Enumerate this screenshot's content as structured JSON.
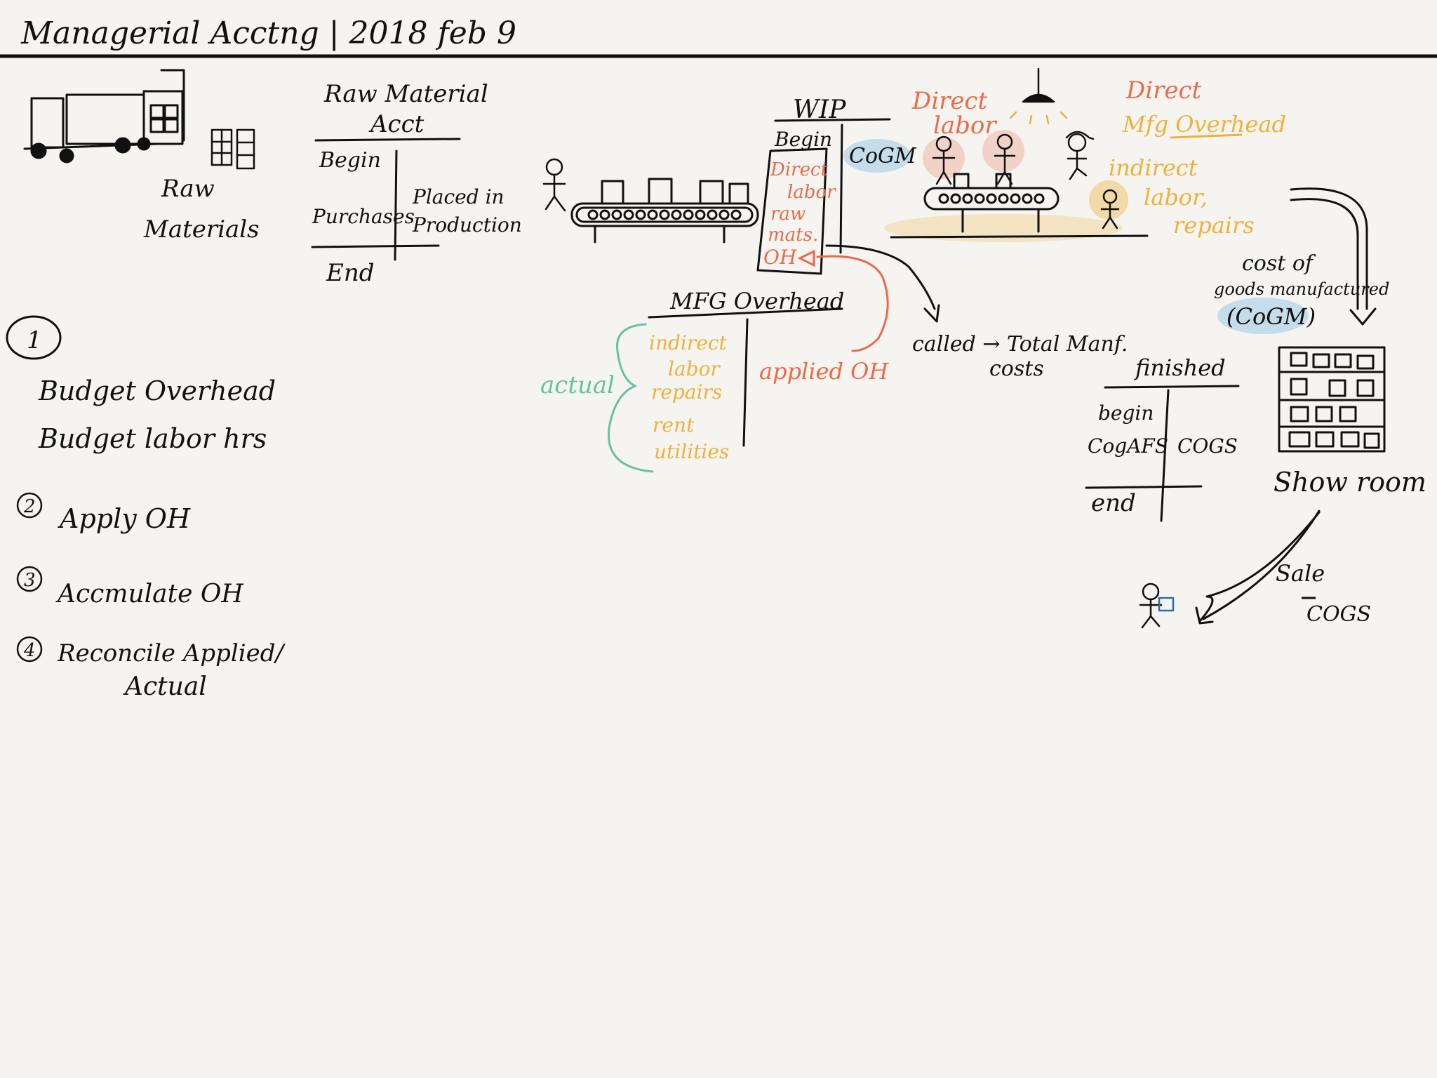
{
  "header": {
    "title": "Managerial Acctng | 2018  feb 9"
  },
  "raw_materials": {
    "label_line1": "Raw",
    "label_line2": "Materials"
  },
  "raw_material_acct": {
    "title_line1": "Raw Material",
    "title_line2": "Acct",
    "begin": "Begin",
    "purchases": "Purchases",
    "placed_line1": "Placed in",
    "placed_line2": "Production",
    "end": "End"
  },
  "wip": {
    "title": "WIP",
    "begin": "Begin",
    "direct_labor_line1": "Direct",
    "direct_labor_line2": "labor",
    "raw_mats_line1": "raw",
    "raw_mats_line2": "mats.",
    "oh": "OH",
    "cogm": "CoGM"
  },
  "factory": {
    "direct_labor_line1": "Direct",
    "direct_labor_line2": "labor",
    "direct_mfg_line1": "Direct",
    "direct_mfg_line2": "Mfg Overhead",
    "indirect_line1": "indirect",
    "indirect_line2": "labor,",
    "indirect_line3": "repairs"
  },
  "cogm_note": {
    "line1": "cost of",
    "line2": "goods manufactured",
    "line3": "(CoGM)"
  },
  "mfg_overhead": {
    "title": "MFG Overhead",
    "actual": "actual",
    "items": [
      "indirect",
      "labor",
      "repairs",
      "rent",
      "utilities"
    ],
    "applied": "applied OH"
  },
  "total_costs": {
    "line1": "called → Total Manf.",
    "line2": "costs"
  },
  "finished": {
    "title": "finished",
    "begin": "begin",
    "cogafs": "CogAFS",
    "cogs": "COGS",
    "end": "end"
  },
  "showroom": {
    "label": "Show room"
  },
  "sale": {
    "label": "Sale",
    "cogs": "COGS"
  },
  "steps": [
    {
      "num": "1",
      "lines": [
        "Budget Overhead",
        "Budget labor hrs"
      ]
    },
    {
      "num": "2",
      "lines": [
        "Apply OH"
      ]
    },
    {
      "num": "3",
      "lines": [
        "Accmulate OH"
      ]
    },
    {
      "num": "4",
      "lines": [
        "Reconcile Applied/",
        "Actual"
      ]
    }
  ],
  "colors": {
    "ink": "#111111",
    "orange": "#ea6a4a",
    "yellow": "#eeb13c",
    "teal": "#66c2a4",
    "blue_highlight": "#9cc8e6",
    "background": "#f5f4f0"
  }
}
